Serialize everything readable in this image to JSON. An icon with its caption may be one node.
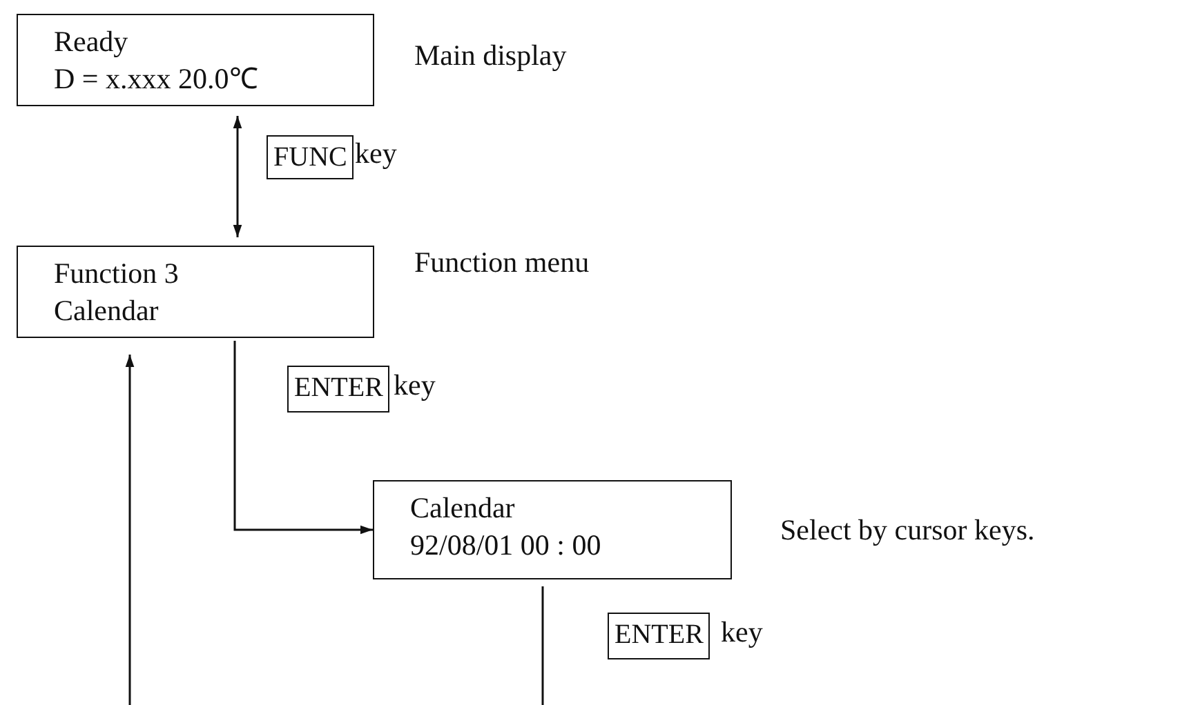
{
  "diagram": {
    "nodes": [
      {
        "text": [
          "Ready",
          "D = x.xxx  20.0℃"
        ],
        "beside": [
          "Main display"
        ]
      },
      {
        "text": [
          "Function 3",
          "Calendar"
        ],
        "beside": [
          "Function menu"
        ]
      },
      {
        "text": [
          "Calendar",
          "92/08/01 00 : 00"
        ],
        "beside": [
          "Select by cursor keys."
        ]
      },
      {
        "text": [
          "FUNC"
        ],
        "beside": [
          "key"
        ]
      },
      {
        "text": [
          "ENTER"
        ],
        "beside": [
          "key"
        ]
      },
      {
        "text": [
          "ENTER"
        ],
        "beside": [
          "key"
        ]
      }
    ],
    "edges": [
      {
        "from": 0,
        "to": 1,
        "arrow": "both"
      },
      {
        "from": 1,
        "to": 2,
        "arrow": "to"
      },
      {
        "from": null,
        "to": 1,
        "arrow": "to"
      },
      {
        "from": 2,
        "to": null,
        "arrow": "none"
      }
    ]
  }
}
